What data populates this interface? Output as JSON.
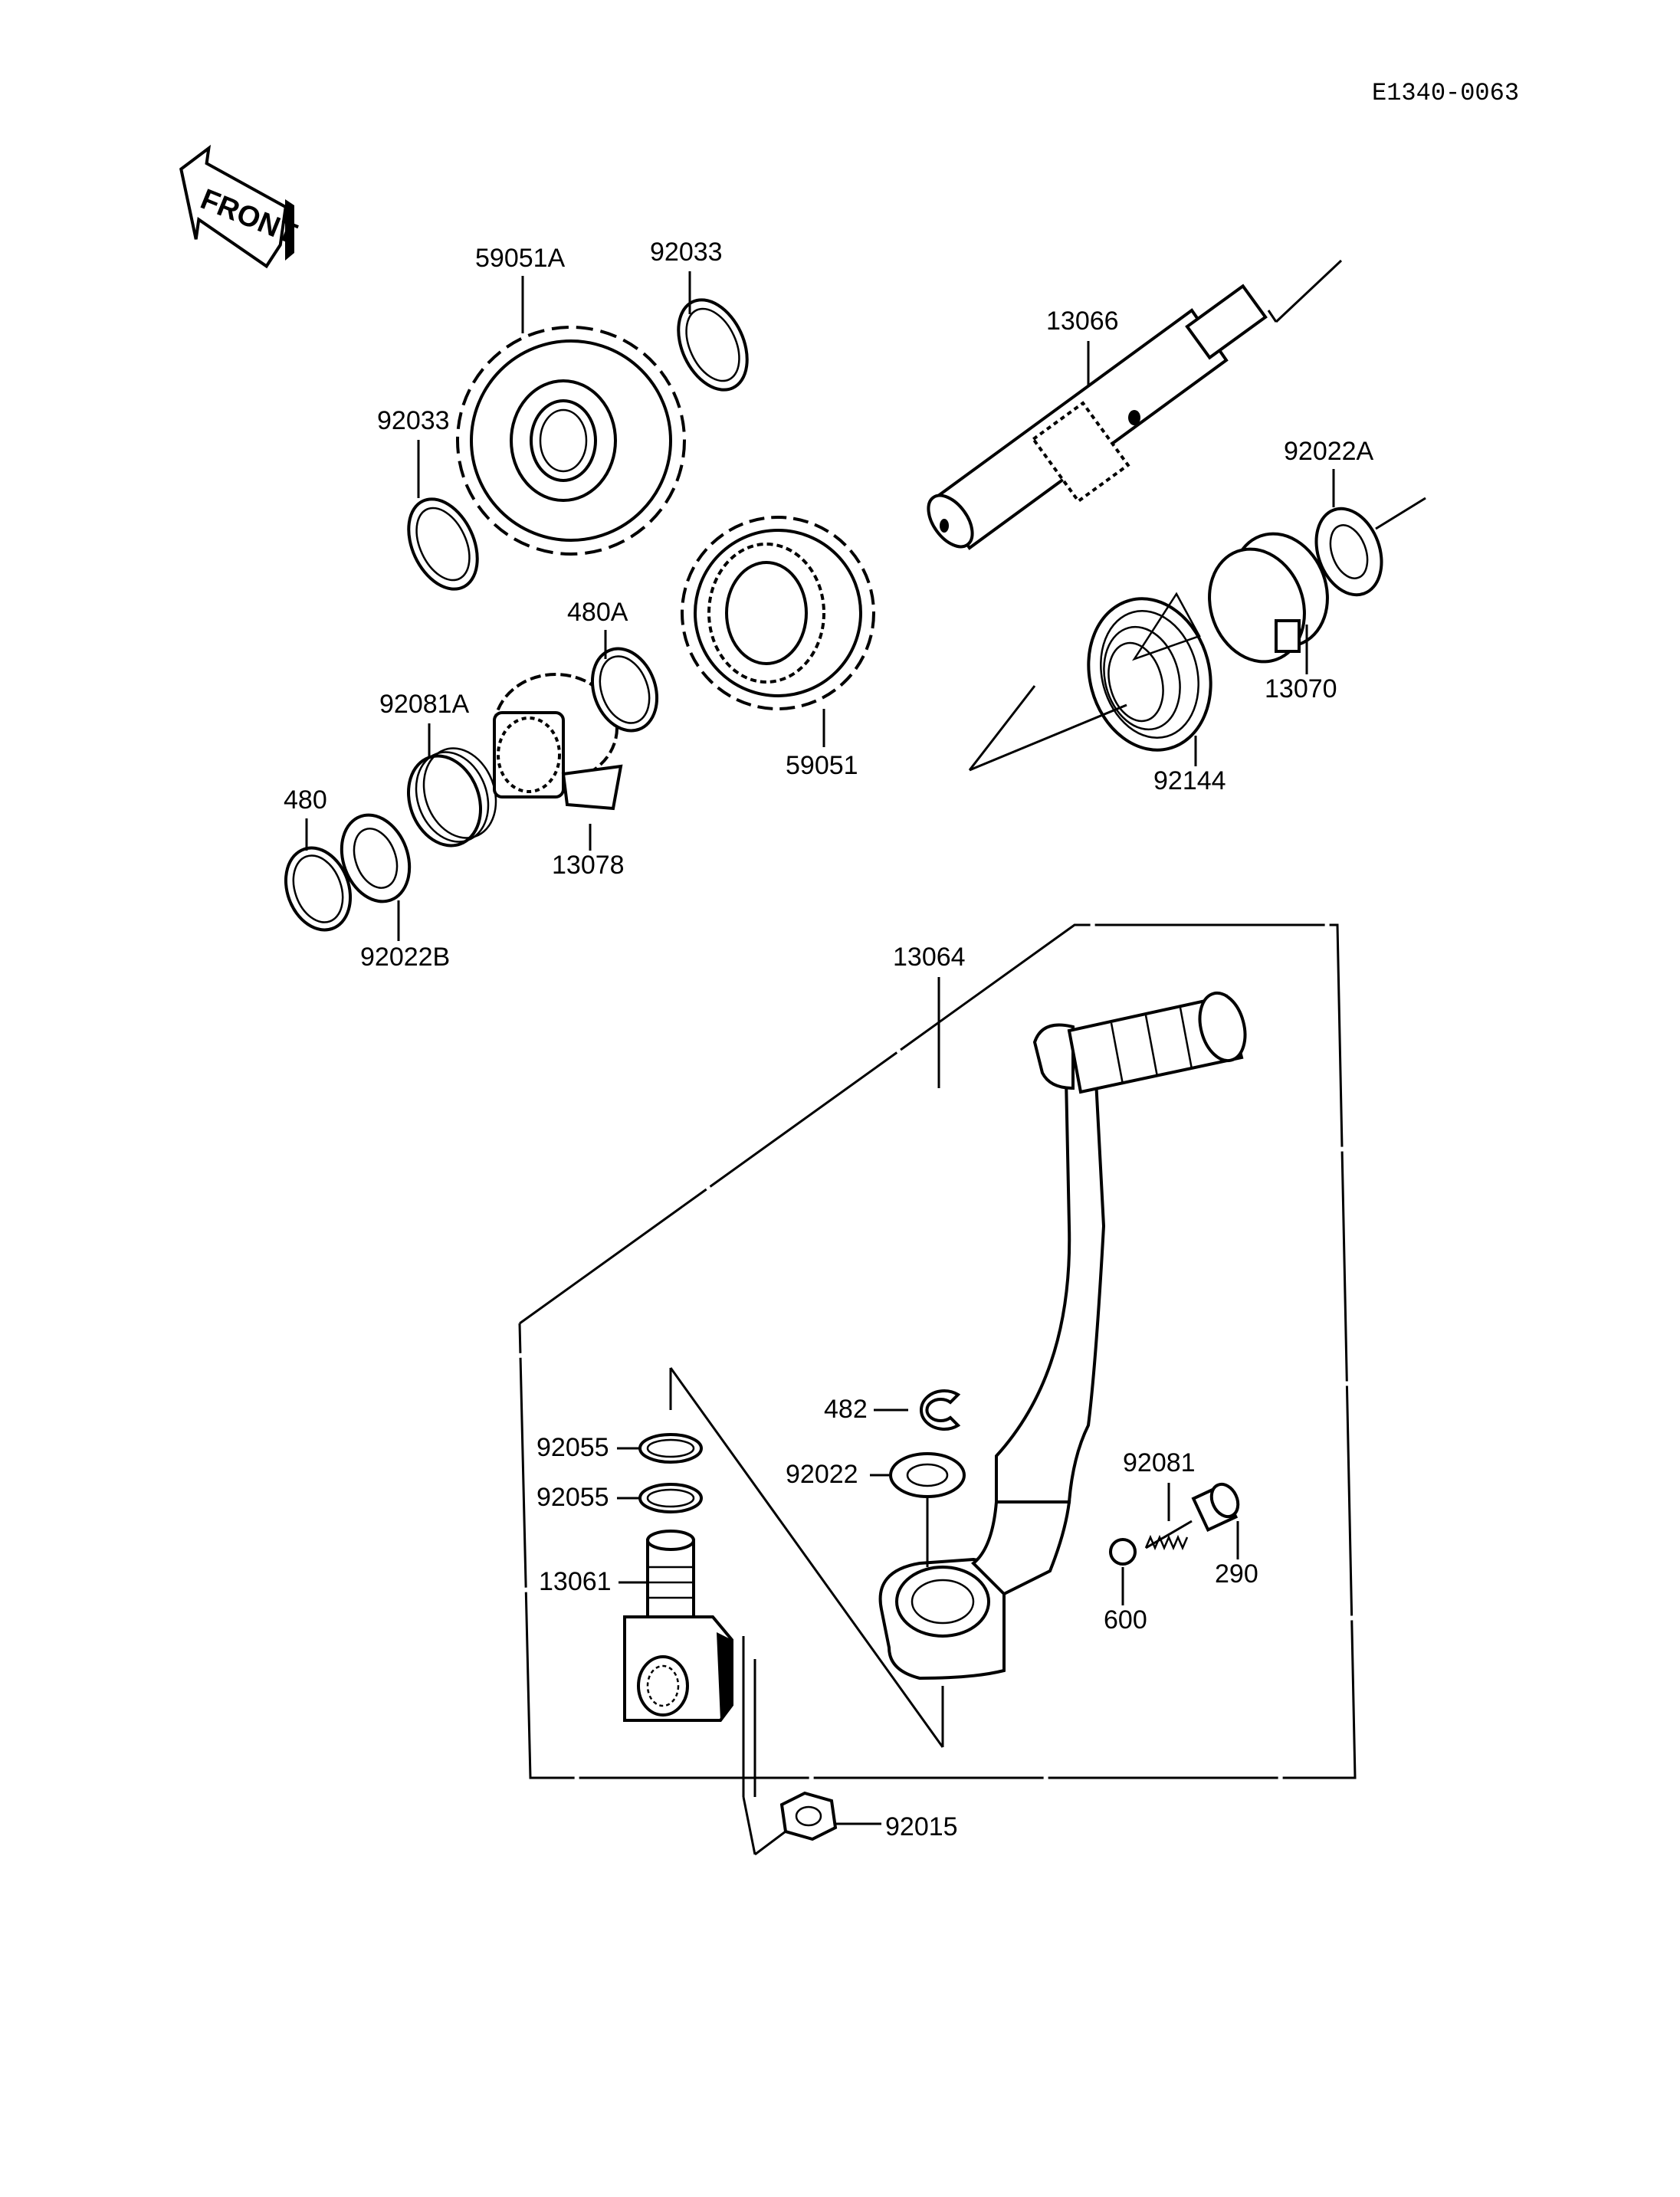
{
  "diagram_code": "E1340-0063",
  "front_arrow_label": "FRONT",
  "parts": {
    "p59051A": "59051A",
    "p92033_top": "92033",
    "p92033_left": "92033",
    "p13066": "13066",
    "p92022A": "92022A",
    "p480A": "480A",
    "p92081A": "92081A",
    "p480": "480",
    "p13078": "13078",
    "p92022B": "92022B",
    "p59051": "59051",
    "p13070": "13070",
    "p92144": "92144",
    "p13064": "13064",
    "p482": "482",
    "p92022": "92022",
    "p92081": "92081",
    "p290": "290",
    "p600": "600",
    "p92055_a": "92055",
    "p92055_b": "92055",
    "p13061": "13061",
    "p92015": "92015"
  }
}
